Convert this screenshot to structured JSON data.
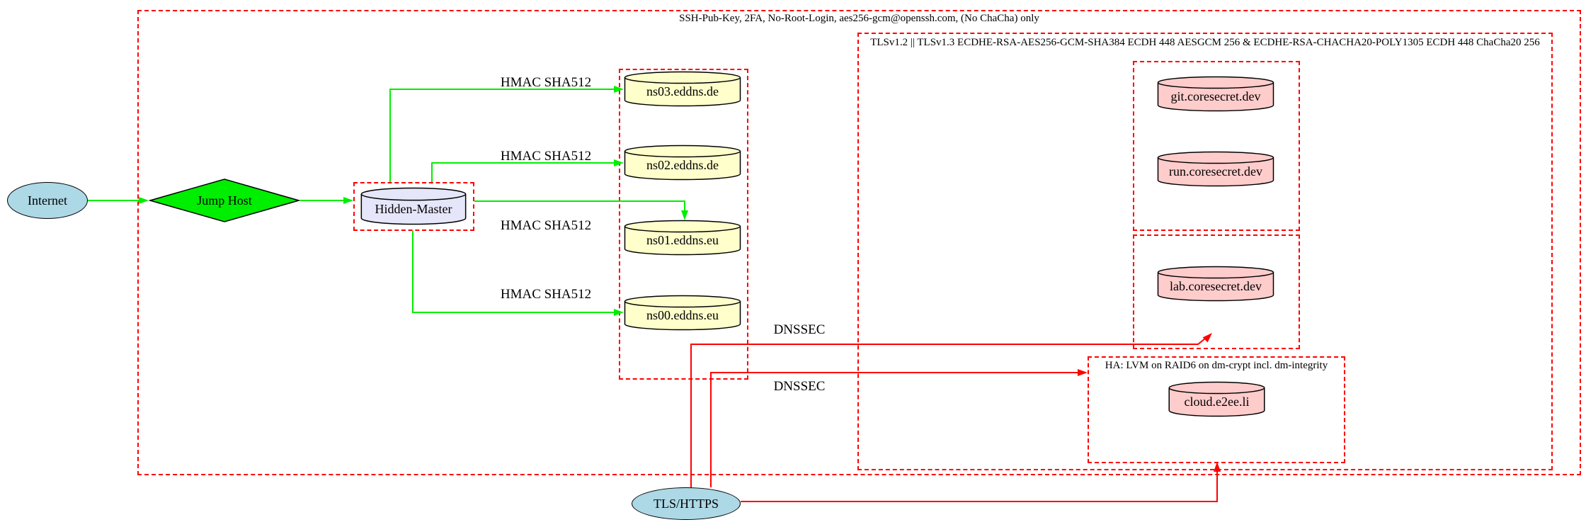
{
  "clusters": {
    "ssh": {
      "label": "SSH-Pub-Key, 2FA, No-Root-Login, aes256-gcm@openssh.com, (No ChaCha) only"
    },
    "tls": {
      "label": "TLSv1.2 || TLSv1.3 ECDHE-RSA-AES256-GCM-SHA384 ECDH 448 AESGCM 256 & ECDHE-RSA-CHACHA20-POLY1305 ECDH 448 ChaCha20 256"
    },
    "ha": {
      "label": "HA: LVM on RAID6 on dm-crypt incl. dm-integrity"
    }
  },
  "nodes": {
    "internet": "Internet",
    "jump_host": "Jump Host",
    "hidden_master": "Hidden-Master",
    "ns03": "ns03.eddns.de",
    "ns02": "ns02.eddns.de",
    "ns01": "ns01.eddns.eu",
    "ns00": "ns00.eddns.eu",
    "git": "git.coresecret.dev",
    "run": "run.coresecret.dev",
    "lab": "lab.coresecret.dev",
    "cloud": "cloud.e2ee.li",
    "tls_https": "TLS/HTTPS"
  },
  "edge_labels": {
    "hmac1": "HMAC SHA512",
    "hmac2": "HMAC SHA512",
    "hmac3": "HMAC SHA512",
    "hmac4": "HMAC SHA512",
    "dnssec1": "DNSSEC",
    "dnssec2": "DNSSEC"
  },
  "colors": {
    "secure_edge_green": "#00ee00",
    "tls_edge_red": "#ff0000",
    "cluster_border_red": "#ff0000",
    "internet_fill": "#add8e6",
    "jump_host_fill": "#00ee00",
    "dns_node_fill": "#ffffcc",
    "service_node_fill": "#ffcccc",
    "hidden_master_fill": "#e6e6fa"
  }
}
